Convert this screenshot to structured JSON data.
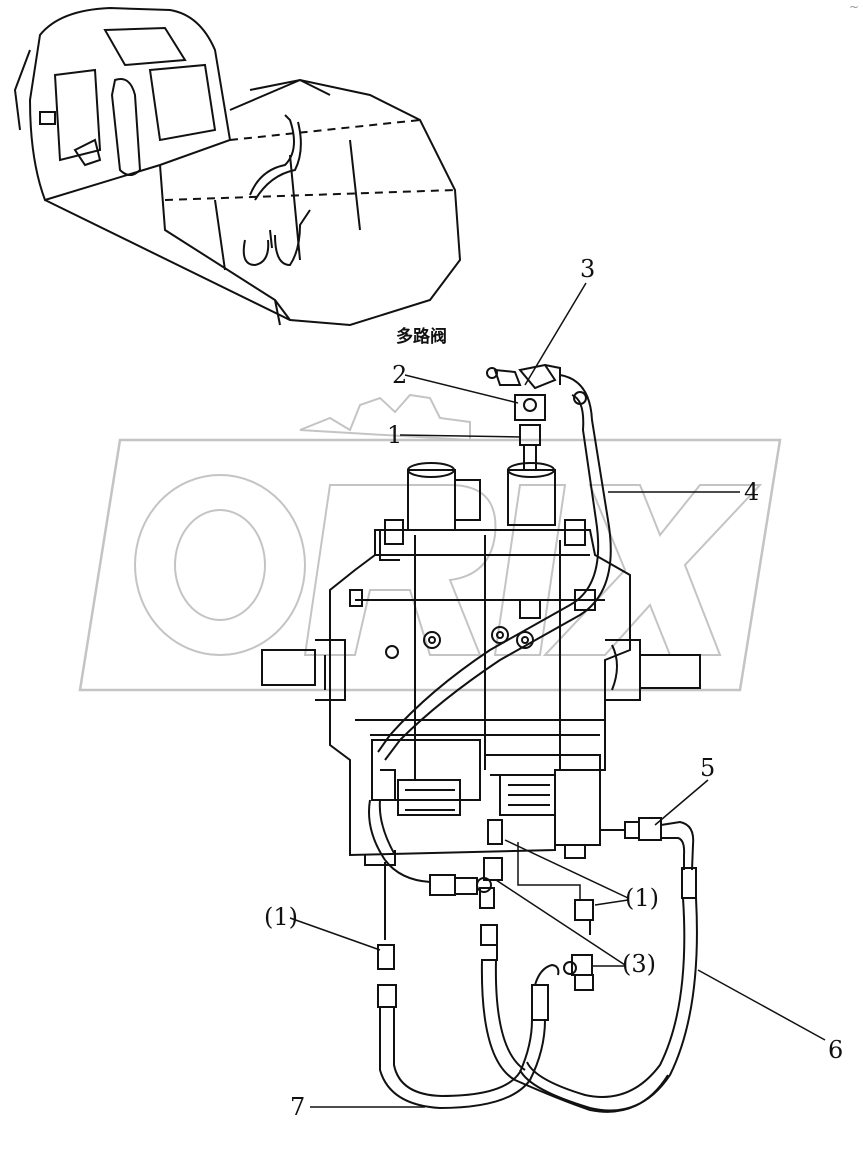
{
  "corner_mark": "~",
  "caption": "多路阀",
  "watermark_text": "ORIX",
  "callouts": {
    "c1": "1",
    "c2": "2",
    "c3": "3",
    "c4": "4",
    "c5": "5",
    "c6": "6",
    "c7": "7",
    "p1a": "(1)",
    "p1b": "(1)",
    "p3": "(3)"
  },
  "colors": {
    "line": "#111111",
    "watermark": "#bdbdbd"
  }
}
